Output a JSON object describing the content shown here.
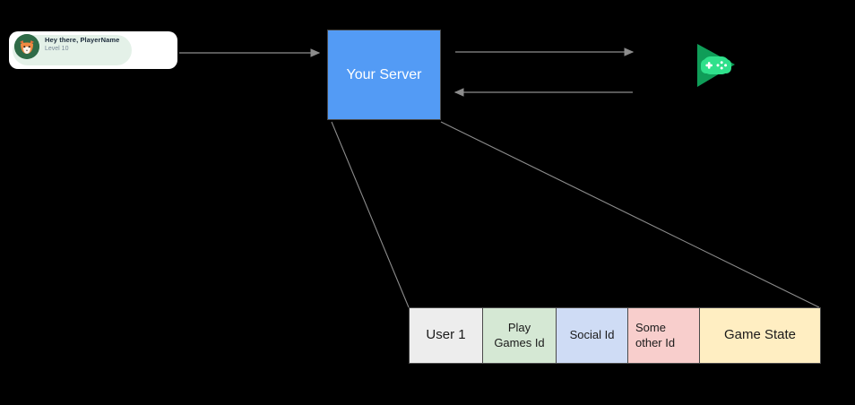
{
  "diagram": {
    "title": "Play Games server architecture flow",
    "background": "#000000"
  },
  "player_card": {
    "name": "player-greeting-card",
    "greeting": "Hey there, PlayerName",
    "level": "Level 10",
    "avatar_icon": "fox-avatar-icon",
    "pill_color": "#e4f1e8",
    "card_color": "#ffffff",
    "greeting_color": "#1b2a3a",
    "level_color": "#7b8a99"
  },
  "server": {
    "label": "Your Server",
    "fill": "#539bf5",
    "text_color": "#ffffff",
    "stroke": "#4a4a4a"
  },
  "play_games": {
    "icon_name": "google-play-games-icon",
    "triangle_color": "#0f9d58",
    "gamepad_color": "#2fe08b"
  },
  "connectors": {
    "stroke": "#8c8c8c",
    "arrows": [
      {
        "name": "client-to-server-arrow",
        "direction": "right"
      },
      {
        "name": "server-to-play-games-arrow",
        "direction": "right"
      },
      {
        "name": "play-games-to-server-arrow",
        "direction": "left"
      }
    ],
    "leaders": [
      {
        "name": "server-to-table-left-leader"
      },
      {
        "name": "server-to-table-right-leader"
      }
    ]
  },
  "table": {
    "name": "user-record-table",
    "cells": [
      {
        "label": "User 1",
        "fill": "#ededed",
        "align": "center",
        "size": "big",
        "width": 82
      },
      {
        "label": "Play\nGames Id",
        "fill": "#d5e8d4",
        "align": "center",
        "size": "small",
        "width": 82
      },
      {
        "label": "Social Id",
        "fill": "#cfdcf5",
        "align": "center",
        "size": "small",
        "width": 80
      },
      {
        "label": "Some\nother Id",
        "fill": "#f8cecc",
        "align": "left",
        "size": "small",
        "width": 80
      },
      {
        "label": "Game State",
        "fill": "#ffeec2",
        "align": "center",
        "size": "big",
        "width": 134
      }
    ]
  }
}
